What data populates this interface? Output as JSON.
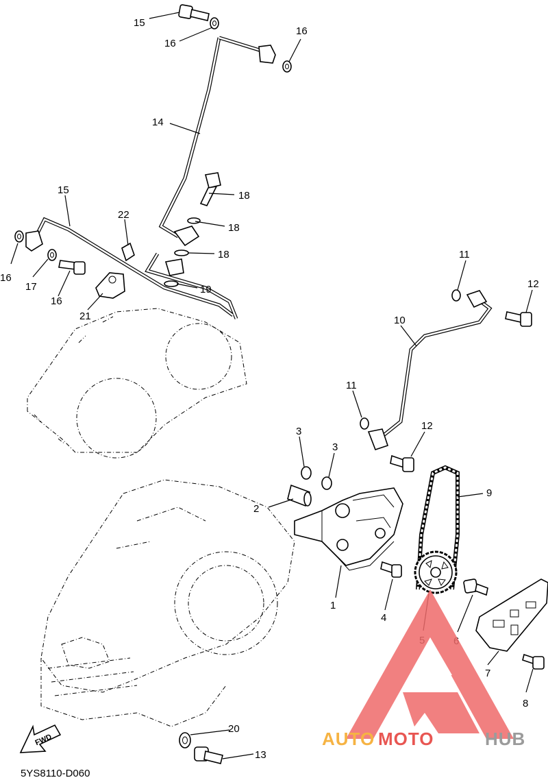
{
  "diagram_code": "5YS8110-D060",
  "fwd_label": "FWD",
  "watermark": {
    "part1": "AUTO",
    "part2": "MOTO",
    "part3": "HUB",
    "color_orange": "#f5a623",
    "color_red": "#e53935",
    "color_gray": "#8a8a8a"
  },
  "callouts": [
    {
      "id": "1",
      "text": "1"
    },
    {
      "id": "2",
      "text": "2"
    },
    {
      "id": "3a",
      "text": "3"
    },
    {
      "id": "3b",
      "text": "3"
    },
    {
      "id": "4",
      "text": "4"
    },
    {
      "id": "5",
      "text": "5"
    },
    {
      "id": "6",
      "text": "6"
    },
    {
      "id": "7",
      "text": "7"
    },
    {
      "id": "8",
      "text": "8"
    },
    {
      "id": "9",
      "text": "9"
    },
    {
      "id": "10",
      "text": "10"
    },
    {
      "id": "11a",
      "text": "11"
    },
    {
      "id": "11b",
      "text": "11"
    },
    {
      "id": "12a",
      "text": "12"
    },
    {
      "id": "12b",
      "text": "12"
    },
    {
      "id": "13",
      "text": "13"
    },
    {
      "id": "14",
      "text": "14"
    },
    {
      "id": "15a",
      "text": "15"
    },
    {
      "id": "15b",
      "text": "15"
    },
    {
      "id": "16a",
      "text": "16"
    },
    {
      "id": "16b",
      "text": "16"
    },
    {
      "id": "16c",
      "text": "16"
    },
    {
      "id": "16d",
      "text": "16"
    },
    {
      "id": "17",
      "text": "17"
    },
    {
      "id": "18a",
      "text": "18"
    },
    {
      "id": "18b",
      "text": "18"
    },
    {
      "id": "18c",
      "text": "18"
    },
    {
      "id": "19",
      "text": "19"
    },
    {
      "id": "20",
      "text": "20"
    },
    {
      "id": "21",
      "text": "21"
    },
    {
      "id": "22",
      "text": "22"
    }
  ]
}
